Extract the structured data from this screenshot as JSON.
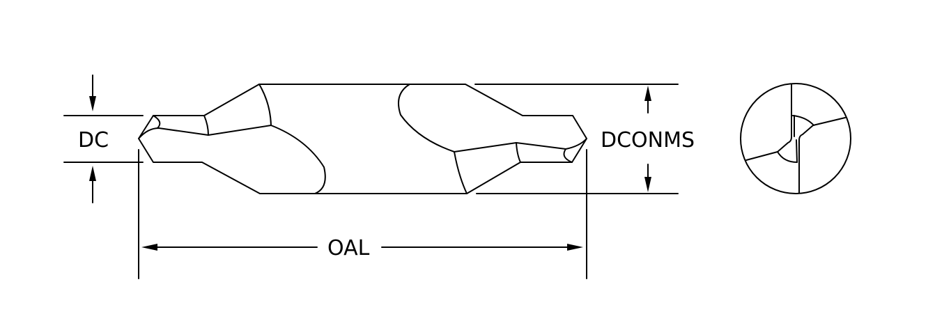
{
  "labels": {
    "dc": "DC",
    "dconms": "DCONMS",
    "oal": "OAL"
  },
  "colors": {
    "line": "#000000",
    "background": "#ffffff"
  }
}
